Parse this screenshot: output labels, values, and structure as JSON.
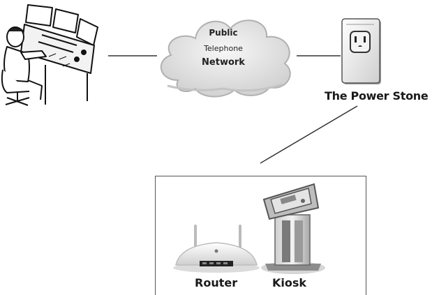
{
  "diagram": {
    "cloud": {
      "line1": "Public",
      "line2": "Telephone",
      "line3": "Network"
    },
    "power_stone": {
      "label": "The Power Stone"
    },
    "devices": {
      "router_label": "Router",
      "kiosk_label": "Kiosk"
    }
  },
  "colors": {
    "line": "#333333",
    "cloud_fill": "#e6e6e6",
    "cloud_stroke": "#b5b5b5",
    "box_border": "#555555"
  }
}
